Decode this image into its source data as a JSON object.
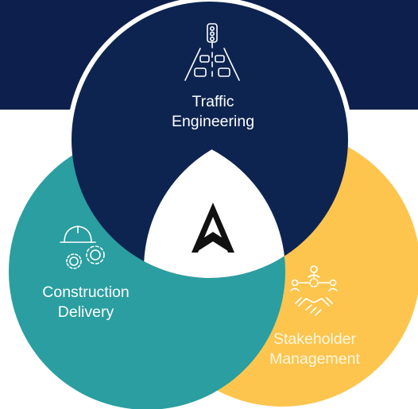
{
  "diagram": {
    "type": "venn",
    "colors": {
      "background_band": "#0d1f4c",
      "traffic_circle": "#0d2450",
      "construction_circle": "#2a9ea0",
      "stakeholder_circle": "#fdc54e",
      "center": "#ffffff",
      "logo": "#111111"
    },
    "circles": [
      {
        "id": "traffic-engineering",
        "label_line1": "Traffic",
        "label_line2": "Engineering",
        "icon": "traffic-road-icon"
      },
      {
        "id": "construction-delivery",
        "label_line1": "Construction",
        "label_line2": "Delivery",
        "icon": "hardhat-gears-icon"
      },
      {
        "id": "stakeholder-management",
        "label_line1": "Stakeholder",
        "label_line2": "Management",
        "icon": "handshake-network-icon"
      }
    ],
    "center_logo": "chevron-a-logo-icon"
  }
}
